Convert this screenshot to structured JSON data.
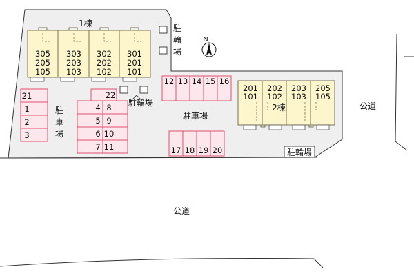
{
  "site_map": {
    "building1": {
      "label": "1棟",
      "units": [
        [
          "305",
          "205",
          "105"
        ],
        [
          "303",
          "203",
          "103"
        ],
        [
          "302",
          "202",
          "102"
        ],
        [
          "301",
          "201",
          "101"
        ]
      ]
    },
    "building2": {
      "label": "2棟",
      "units": [
        [
          "201",
          "101"
        ],
        [
          "202",
          "102"
        ],
        [
          "203",
          "103"
        ],
        [
          "205",
          "105"
        ]
      ]
    },
    "parking_label": "駐車場",
    "bicycle_parking_label": "駐輪場",
    "public_road_label": "公道",
    "compass_label": "N",
    "parking_slots": {
      "left_column": [
        "21",
        "1",
        "2",
        "3"
      ],
      "center_top": "22",
      "center_left": [
        "4",
        "5",
        "6",
        "7"
      ],
      "center_right": [
        "8",
        "9",
        "10",
        "11"
      ],
      "top_row": [
        "12",
        "13",
        "14",
        "15",
        "16"
      ],
      "bottom_row": [
        "17",
        "18",
        "19",
        "20"
      ]
    }
  }
}
